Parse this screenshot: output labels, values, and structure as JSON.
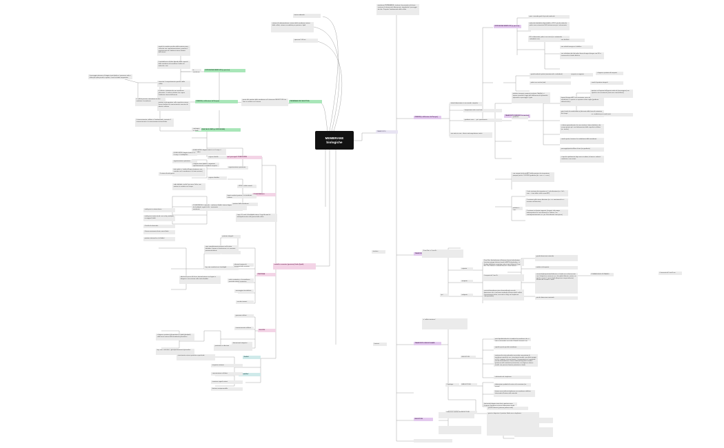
{
  "title": "MEMBRANE biologiche",
  "center": {
    "line1": "MEMBRANE",
    "line2": "biologiche"
  },
  "colors": {
    "center_bg": "#121212",
    "center_text": "#ffffff",
    "node_bg": "#ebebeb",
    "node_text": "#3a3a3a",
    "green": "#a8e6b8",
    "purple": "#e3c9ee",
    "pink": "#f3d4e6",
    "teal": "#cfeaea",
    "lavender": "#e8e4f2",
    "wire": "#9a9a9a"
  },
  "branch_labels": {
    "trasporto": "TRASPORTO",
    "struttura": "struttura",
    "funzioni": "funzioni",
    "permeabilita": "PERMEABILITA' SELETTIVA",
    "diffusione_semplice": "DIFFUSIONE SEMPLICE (o passiva)",
    "osmosi": "OSMOSI (o diffusione dell'acqua)",
    "diffusione_facilitata": "DIFFUSIONE FACILITATA (o DIFFUSIONE)",
    "trasporto_passivo": "TRASPORTO PASSIVO (o passivo)",
    "trasporto_attivo": "TRASPORTO ATTIVO",
    "pompa_sodio_potassio": "POMPA SODIO-POTASSIO",
    "trasporto_vescicolare": "TRASPORTO VESCICOLARE",
    "esocitosi": "ESOCITOSI",
    "endocitosi": "ENDOCITOSI",
    "endocitosi_recettori": "endocitosi mediata da RECETTORI",
    "modello": "modello a mosaico (proteine) fluido (lipidi)",
    "fosfolipidi": "componenti principali: FOSFOLIPIDI",
    "colesterolo": "COLESTEROLO",
    "proteine": "PROTEINE",
    "glucidi": "GLUCIDI",
    "fluidita": "fluidita'",
    "permeabilita2": "permeabilita'",
    "diffusione": "diffusione",
    "mediato": "mediato",
    "due_tipologie": "2 tipologie",
    "gradiente": "gradiente",
    "tipologie": "tipologie",
    "vantaggio": "vantaggio",
    "energia": "energia",
    "tipi": "tipi",
    "regione_idrofila": "regione idrofila",
    "regione_idrofoba": "regione idrofoba",
    "organizzazione": "organizzazione spontanea",
    "proteine_integrali": "proteine integrali",
    "proteine_periferiche": "proteine periferiche",
    "uniporto": "uniporto",
    "simporto": "simporto",
    "antiporto": "antiporto",
    "svantaggio": "svantaggio",
    "trasporto_accoppiato": "trasporto accoppiato"
  },
  "nodes": [
    {
      "id": "n_top1",
      "text": "teoria endosimb."
    },
    {
      "id": "n_top2",
      "text": "sistema di endomembrane: insieme delle membrane interne della cellula, sistema assemblato per proteine e lipidi"
    },
    {
      "id": "n_top3",
      "text": "spessore 5-10 nm"
    },
    {
      "id": "n_topright",
      "text": "membrana PERMEABILE: struttura che permette ad alcune sostanze di attraversarla liberamente, impedendo il passaggio ad altre. Proprieta' fondamentale della cellula"
    },
    {
      "id": "nL1",
      "text": "regola lo scambio specifico delle materie prime, consente una compartimentazione, permette il mantenimento di condizioni interne distinte dall'esterno"
    },
    {
      "id": "nL2",
      "text": "il metabolismo cellulare dipende dalla capacita' della membrana di controllare il traffico di molecole e ioni"
    },
    {
      "id": "nL3",
      "text": "consente il comportamento specifico delle cellule"
    },
    {
      "id": "nL4",
      "text": "la cellula e' delimitata da una membrana plasmatica: il confine selettivo che separa l'ambiente interno dall'esterno"
    },
    {
      "id": "nL5",
      "text": "le cellule possono comunicare tra loro mediante la membrana"
    },
    {
      "id": "nL6",
      "text": "il riconoscimento cellulare e' fondamentale, consente il riconoscimento e la comunicazione intercellulare"
    },
    {
      "id": "nL7",
      "text": "il passaggio attraverso il doppio strato lipidico e' permesso solo a molecole molto piccole e apolari; il resto richiede trasportatori specializzati"
    },
    {
      "id": "nL8",
      "text": "proteine e glicoproteine sulla superficie esterna hanno funzione di riconoscimento: marcatori di identita' cellulare"
    },
    {
      "id": "nL9",
      "text": "le membrane biologiche sono strutture dinamiche: i lipidi e le proteine possono muoversi lateralmente nel piano della membrana"
    },
    {
      "id": "nL10",
      "text": "contengono i doppi strati lipidici, proteine integrali e periferiche, carboidrati legati a lipidi e proteine"
    },
    {
      "id": "nL11",
      "text": "grazie alle proteine della membrana cell. attraverso RECETTORI che sono a contatto con l'esterno"
    },
    {
      "id": "nM1",
      "text": "FOSFOLIPIDI: doppio strato in cui il comp. e' fosfolipidico"
    },
    {
      "id": "nM2",
      "text": "teste polari: e' rivolto all'acqua (esterno e con contatto con la membrana e lo strato esterno)"
    },
    {
      "id": "nM3",
      "text": "code idrofobe: rivolte l'una verso l'altra, non entrano in contatto con l'acqua"
    },
    {
      "id": "nM4",
      "text": "il doppio strato lipidico si organizza spontaneamente in ambiente acquoso"
    },
    {
      "id": "nM5",
      "text": "2 catene di acidi grassi"
    },
    {
      "id": "nM6",
      "text": "FOSFOLIPIDI: doppio strato in cui il comp. e' fosfolipidico"
    },
    {
      "id": "nM7",
      "text": "organizzazione spontanea"
    },
    {
      "id": "nM8",
      "text": "COLESTEROLO: intercalato tra le molecole dei fosfolipidi, regola la fluidita' della membrana"
    },
    {
      "id": "nM9",
      "text": "acidi grassi a catena breve"
    },
    {
      "id": "nM10",
      "text": "acidi grassi insaturi (cod. con un leg. multiplo) = maggior fluidita'"
    },
    {
      "id": "nM11",
      "text": "il livello di colesterolo"
    },
    {
      "id": "nM12",
      "text": "il basso movimento lento, meno fluida"
    },
    {
      "id": "nM13",
      "text": "proteine intrinseche e la fluidita'"
    },
    {
      "id": "nM14",
      "text": "conferisce fluidita' interna doppio strato mod. di movimento"
    },
    {
      "id": "nM15",
      "text": "LIPIDI: cellule animali"
    },
    {
      "id": "nM16",
      "text": "legati covalenti proteine, su membrane esterna"
    },
    {
      "id": "nM17",
      "text": "proteine della membrana"
    },
    {
      "id": "nM18",
      "text": "Logo CO mod. di fosfolipidi interne / Logo fib.mod. di fosfolipidi inserita sulla parete della cellula"
    },
    {
      "id": "nM19",
      "text": "sono completamente immerse nello strato idrofobico, legano su lato/esterno e si ancorano permanentemente"
    },
    {
      "id": "nM20",
      "text": "leg. non covalenti con i fosfolipidi"
    },
    {
      "id": "nM21",
      "text": "aderiscono poco alle facce interna/esterna con legami a idrogeno e non entrano nello strato idrofobo"
    },
    {
      "id": "nM22",
      "text": "rilevano funzione di trasporto delle sostanze"
    },
    {
      "id": "nM23",
      "text": "ruolo: enzimatica, e la membrana possiede attivita' enzimatica"
    },
    {
      "id": "nM24",
      "text": "ancoraggio citoscheletro"
    },
    {
      "id": "nM25",
      "text": "recettori ormoni"
    },
    {
      "id": "nM26",
      "text": "giunzioni cellulari"
    },
    {
      "id": "nM27",
      "text": "si legano a proteine (glicoproteine) o lipidi (glicolipidi) sulla faccia esterna della membrana plasmatica"
    },
    {
      "id": "nM28",
      "text": "riconoscimento cellulare"
    },
    {
      "id": "nM29",
      "text": "protezione e adesione"
    },
    {
      "id": "nM30",
      "text": "determinanti antigenici"
    },
    {
      "id": "nM31",
      "text": "leg. con i carb.idrati, i glicolipidi formano il glicocalice"
    },
    {
      "id": "nM32",
      "text": "rivestimento esterno protettivo superficiale"
    },
    {
      "id": "nM33",
      "text": "trasporto sostanze"
    },
    {
      "id": "nM34",
      "text": "comunicazione cellulare"
    },
    {
      "id": "nM35",
      "text": "ricezione segnali esterni"
    },
    {
      "id": "nM36",
      "text": "barriera semipermeabile"
    },
    {
      "id": "nR1",
      "text": "pass. secondo grad. di piccole molecole"
    },
    {
      "id": "nR2",
      "text": "molecole idrofobiche (liposolubili), e PICC piccole molecole polari come astensione NH3 attraversano piu' velocemente"
    },
    {
      "id": "nR3",
      "text": "NO = dimensioni, polari, con carica (es. aminoacidi, carboidrati, ioni)"
    },
    {
      "id": "nR4",
      "text": "non facilitata"
    },
    {
      "id": "nR5",
      "text": "non richiedi energia ne' idrolitica"
    },
    {
      "id": "nR6",
      "text": "non richiedono dei fatti polari hanno bisogno bisogno con NO = riconoscerla richiede idrolitica"
    },
    {
      "id": "nR7",
      "text": "grandi molecole polari (amminoacidi e carboidrati)"
    },
    {
      "id": "nR8",
      "text": "polari con cariche (ioni)"
    },
    {
      "id": "nR9",
      "text": "si legano a proteine di trasporto"
    },
    {
      "id": "nR10",
      "text": "canali di proteine integrali"
    },
    {
      "id": "nR11",
      "text": "proteine transport composto sostanze l'idrofilo), si aprono secondo le legge della differenza del potenziale operando un passaggio; il gate"
    },
    {
      "id": "nR12",
      "text": "legami (bisogna ATP, ioni sunzionine carico elettrico interno membrana), ci aprono se superiore valore soglia (gradiente elettrochimico)"
    },
    {
      "id": "nR13",
      "text": "gate (stato) di canale/elettrica (derivante dalla forza di variazione del campo"
    },
    {
      "id": "nR14",
      "text": "apertura sul legame dell'agente molecola (messaggero) con specifico sito recettoriale (estrinseca extracellulare)"
    },
    {
      "id": "nR15",
      "text": "es. condizione per canali ionici"
    },
    {
      "id": "nR16",
      "text": "si ritiene generalmente che una struttura s'intacca/elettrica che occupa quanto piu' una deformazione della superficie cellulare (es. nucleo)"
    },
    {
      "id": "nR17",
      "text": "canale aperto, favorisce la conduttanza della membrana"
    },
    {
      "id": "nR18",
      "text": "passaggio/partita diffusa di ioni (no gradiente)"
    },
    {
      "id": "nR19",
      "text": "si apre/si rapidamente dopo aver acceduto; la forma e velocita' costitutiva e una assimi"
    },
    {
      "id": "nR20",
      "text": "alveoli dimensione si con membr. semplice"
    },
    {
      "id": "nR21",
      "text": "temperatura solo a vari forte"
    },
    {
      "id": "nR22",
      "text": "gradiente conc. - , piu' spostamento"
    },
    {
      "id": "nR23",
      "text": "non entra in conc. rilascio anticoagulazione cavita"
    },
    {
      "id": "nR24",
      "text": "con energia (richiesta ATP) della proteina che trasportano, pompati perche' CONTRO gradiente (da - conc. a + conc.)"
    },
    {
      "id": "nR25",
      "text": "1 sola sostanza da trasportare in 1 sola direzione (es. Ca2+, conc. + fuori dalla cellula come ATP)"
    },
    {
      "id": "nR26",
      "text": "2 sostanze nella stessa direzione (es.: es. amminoacidi e si reazione nell'intestino)"
    },
    {
      "id": "nR27",
      "text": "2 sostanze in direzioni opposte, (trasport. dei pompa antitrasportare lita' una attraverso e l'altrone, con contemporaneamente; es. per il bicarbonato concepisce)"
    },
    {
      "id": "nR28",
      "text": "proteine a conc. all'interno cellula con la pompa viene portato all'esterno"
    },
    {
      "id": "nR29",
      "text": "3 ioni Na+ e 2 ioni K+"
    },
    {
      "id": "nR30",
      "text": "3 ioni Na+ (fosforilazione all'interno rilascia fosforilazione (sostiene gruppo fosforico) mod. di ATP-Dafosforilata; c'e' ilcalma fosfolipasi congiunga cotm si apre (bilancia) 3 ioni Na+, Na+ liberati, a seguito d'uno K+ viene pompa + defosforilazione pompa, ritorno alla conformazione originale liberando K+"
    },
    {
      "id": "nR31",
      "text": "il trasporto di 3 ioni K+"
    },
    {
      "id": "nR32",
      "text": "vescicole/membrana piano formata/bordo vacuolo dimensiona che si muovono andando all'interno della cellula (rispostamento attivo, vescicola in Golgi nel citoplasma cotrasportabile)"
    },
    {
      "id": "nR33",
      "text": "grandi dimensioni materiale"
    },
    {
      "id": "nR34",
      "text": "andata nel trasporto"
    },
    {
      "id": "nR35",
      "text": "vescicola/glicoproteine/elaborano, si fonde con un bocconcino con il dispositivo contenuto con i lori globuli liberato, matrice un agente secreto. In questi lipidi (dispersioni cospecializzate) formata dai lisosomi si attiva"
    },
    {
      "id": "nR36",
      "text": "piccole dimensioni materiale"
    },
    {
      "id": "nR37",
      "text": "a 'cellula stentasce'"
    },
    {
      "id": "nR38",
      "text": "porta liquido/molecola circondata da membrana che si stacca entrandosi vescicole di liquidi (estremita' per vescicole)"
    },
    {
      "id": "nR39",
      "text": "specifico punti specifici membrana"
    },
    {
      "id": "nR40",
      "text": "sostanze da esito molecolari vescicolari con proteine di membrana specifiche con i rivestimenti membr. specifiche gruppo a (LDL - lipoprot. a bassa densita', il trasportatore piu' organicita' recettori di membrana a forma anfotera/congiunta a matrice (proteina) nella membrana plasmatica), raccolgono e rilascia micelle con possono formare protezione e fondo"
    },
    {
      "id": "nR41",
      "text": "colesterolo nel citoplasma"
    },
    {
      "id": "nR42",
      "text": "eliminazione prodotti di scarto o di secrezione (es. ormoni)"
    },
    {
      "id": "nR43",
      "text": "fusione vescicole/ret.citoplasma con membrana cellulare rilasciando all'esterno del materiale"
    },
    {
      "id": "nR44",
      "text": "grandi molecole (proteine,polisaccaridi)"
    },
    {
      "id": "nR45",
      "text": "grazie a deperisce il proteine fluido verso citoplasma"
    },
    {
      "id": "nR46",
      "text": "fuoriescita) doppio strato fuori, apertura verso l'esterno; membrana esterna elaborazione fonde con membrana plasmatica"
    }
  ],
  "side_notes": [
    {
      "id": "sn1",
      "text": "il riassunto di 5 nm/1 nm"
    }
  ]
}
